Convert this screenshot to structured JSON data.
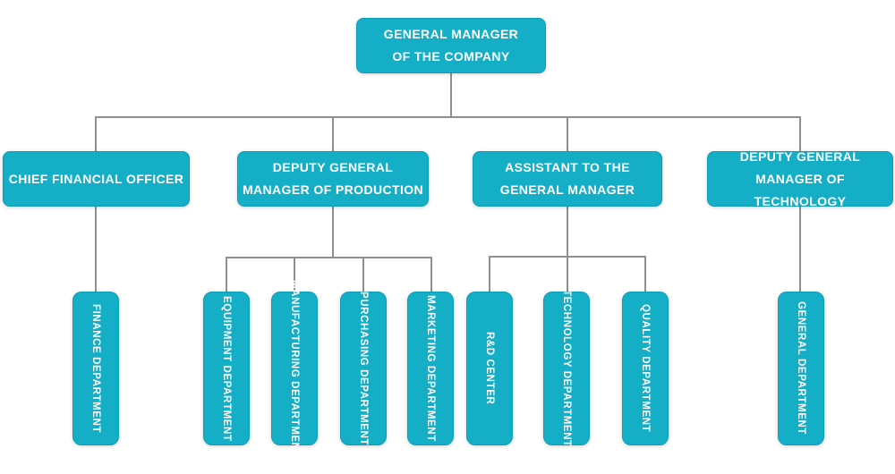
{
  "chart_title": "",
  "colors": {
    "node_fill": "#14aec6",
    "node_border": "#0e9db4",
    "node_text": "#ffffff",
    "connector": "#8f8f8f",
    "background": "#ffffff"
  },
  "nodes": {
    "general_manager": {
      "lines": [
        "GENERAL MANAGER",
        "OF THE COMPANY"
      ]
    },
    "chief_financial_officer": {
      "lines": [
        "CHIEF FINANCIAL OFFICER"
      ]
    },
    "deputy_gm_production": {
      "lines": [
        "DEPUTY GENERAL",
        "MANAGER OF PRODUCTION"
      ]
    },
    "assistant_gm": {
      "lines": [
        "ASSISTANT TO THE",
        "GENERAL MANAGER"
      ]
    },
    "deputy_gm_technology": {
      "lines": [
        "DEPUTY GENERAL",
        "MANAGER OF TECHNOLOGY"
      ]
    },
    "finance_department": {
      "label": "FINANCE DEPARTMENT"
    },
    "equipment_department": {
      "label": "EQUIPMENT DEPARTMENT"
    },
    "manufacturing_department": {
      "label": "MANUFACTURING DEPARTMENT"
    },
    "purchasing_department": {
      "label": "PURCHASING DEPARTMENT"
    },
    "marketing_department": {
      "label": "MARKETING DEPARTMENT"
    },
    "rnd_center": {
      "label": "R&D CENTER"
    },
    "technology_department": {
      "label": "TECHNOLOGY DEPARTMENT"
    },
    "quality_department": {
      "label": "QUALITY DEPARTMENT"
    },
    "general_department": {
      "label": "GENERAL DEPARTMENT"
    }
  },
  "edges": [
    {
      "from": "general_manager",
      "to": "chief_financial_officer"
    },
    {
      "from": "general_manager",
      "to": "deputy_gm_production"
    },
    {
      "from": "general_manager",
      "to": "assistant_gm"
    },
    {
      "from": "general_manager",
      "to": "deputy_gm_technology"
    },
    {
      "from": "chief_financial_officer",
      "to": "finance_department"
    },
    {
      "from": "deputy_gm_production",
      "to": "equipment_department"
    },
    {
      "from": "deputy_gm_production",
      "to": "manufacturing_department"
    },
    {
      "from": "deputy_gm_production",
      "to": "purchasing_department"
    },
    {
      "from": "deputy_gm_production",
      "to": "marketing_department"
    },
    {
      "from": "assistant_gm",
      "to": "rnd_center"
    },
    {
      "from": "assistant_gm",
      "to": "technology_department"
    },
    {
      "from": "assistant_gm",
      "to": "quality_department"
    },
    {
      "from": "deputy_gm_technology",
      "to": "general_department"
    }
  ]
}
